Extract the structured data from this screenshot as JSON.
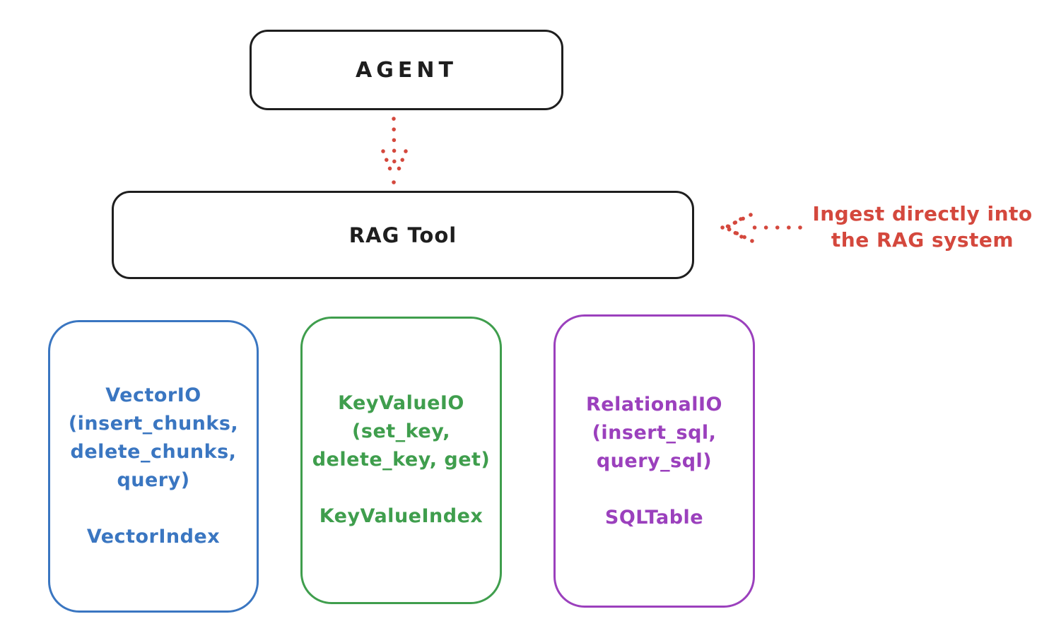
{
  "colors": {
    "ink": "#1e1e1e",
    "red": "#d4483d",
    "blue": "#3a76c1",
    "green": "#3f9e4d",
    "purple": "#9b40bd",
    "background": "#ffffff"
  },
  "nodes": {
    "agent": {
      "label": "AGENT"
    },
    "rag_tool": {
      "label": "RAG Tool"
    },
    "vector_io": {
      "title_lines": [
        "VectorIO",
        "(insert_chunks,",
        "delete_chunks,",
        "query)"
      ],
      "index_label": "VectorIndex",
      "color": "#3a76c1"
    },
    "key_value_io": {
      "title_lines": [
        "KeyValueIO",
        "(set_key,",
        "delete_key, get)"
      ],
      "index_label": "KeyValueIndex",
      "color": "#3f9e4d"
    },
    "relational_io": {
      "title_lines": [
        "RelationalIO",
        "(insert_sql,",
        "query_sql)"
      ],
      "index_label": "SQLTable",
      "color": "#9b40bd"
    }
  },
  "annotation": {
    "lines": [
      "Ingest directly into",
      "the RAG system"
    ],
    "color": "#d4483d"
  },
  "arrows": [
    {
      "name": "agent-to-rag-tool",
      "style": "dotted",
      "color": "#d4483d",
      "direction": "down"
    },
    {
      "name": "annotation-to-rag-tool",
      "style": "dotted",
      "color": "#d4483d",
      "direction": "left"
    }
  ]
}
